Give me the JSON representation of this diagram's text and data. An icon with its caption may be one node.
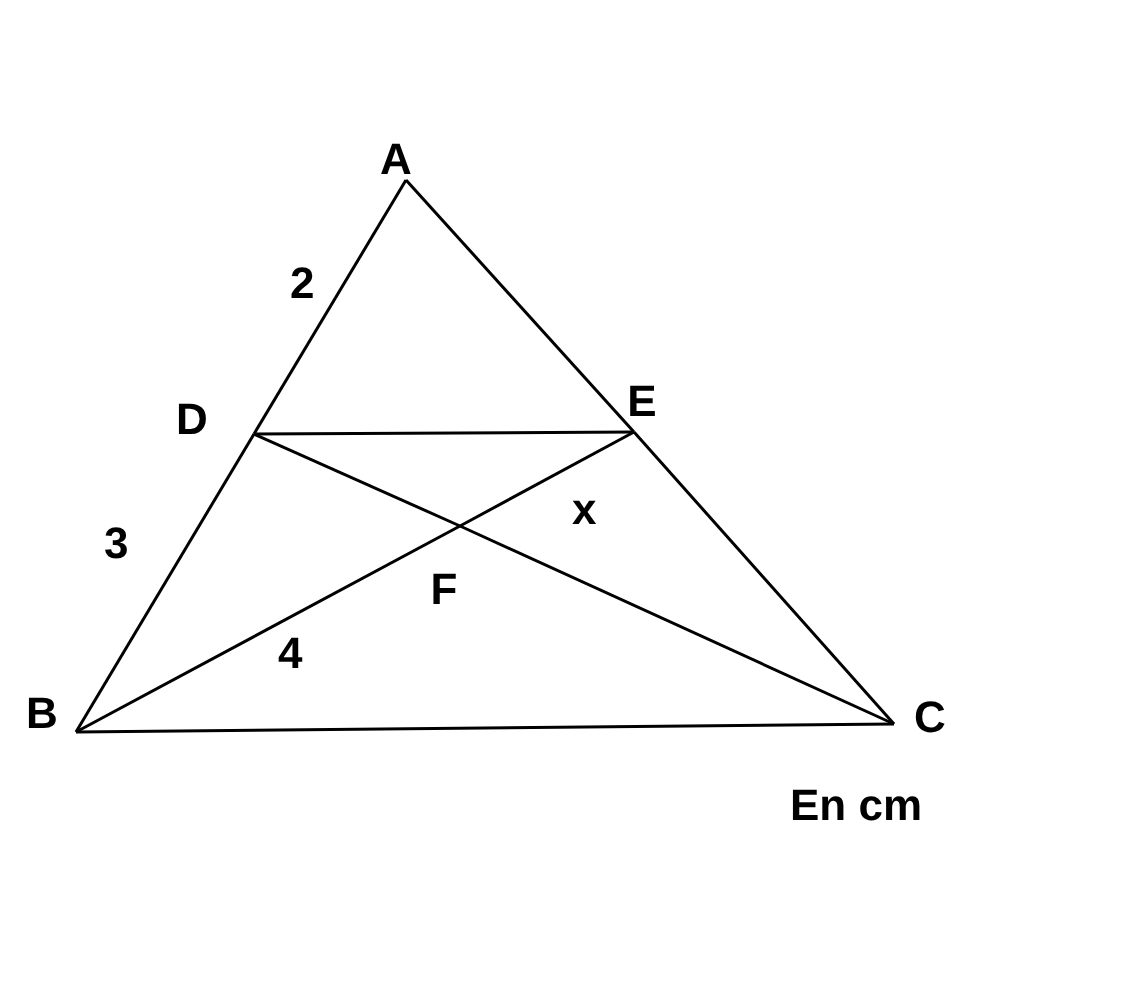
{
  "diagram": {
    "nodes": [
      {
        "text": [
          "A"
        ]
      },
      {
        "text": [
          "D"
        ]
      },
      {
        "text": [
          "E"
        ]
      },
      {
        "text": [
          "F"
        ]
      },
      {
        "text": [
          "B"
        ]
      },
      {
        "text": [
          "C"
        ]
      }
    ],
    "edges": [
      {
        "from": 0,
        "to": 1,
        "arrow": "none"
      },
      {
        "from": 1,
        "to": 4,
        "arrow": "none"
      },
      {
        "from": 0,
        "to": 2,
        "arrow": "none"
      },
      {
        "from": 2,
        "to": 5,
        "arrow": "none"
      },
      {
        "from": 4,
        "to": 5,
        "arrow": "none"
      },
      {
        "from": 1,
        "to": 2,
        "arrow": "none"
      },
      {
        "from": 1,
        "to": 3,
        "arrow": "none"
      },
      {
        "from": 3,
        "to": 5,
        "arrow": "none"
      },
      {
        "from": 4,
        "to": 3,
        "arrow": "none"
      },
      {
        "from": 3,
        "to": 2,
        "arrow": "none"
      }
    ],
    "labels": [
      "2",
      "3",
      "x",
      "4",
      "En cm"
    ]
  }
}
